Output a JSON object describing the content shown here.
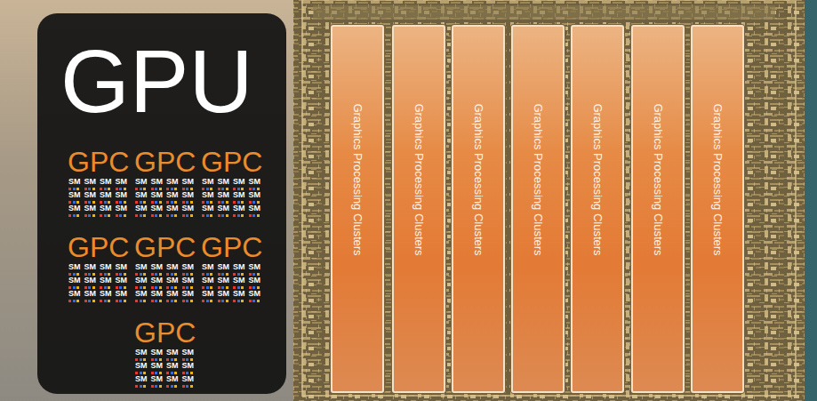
{
  "diagram": {
    "nodes": [
      {
        "text": [
          "GPU"
        ]
      },
      {
        "text": [
          "Graphics Processing Clusters"
        ]
      },
      {
        "text": [
          "Graphics Processing Clusters"
        ]
      },
      {
        "text": [
          "Graphics Processing Clusters"
        ]
      },
      {
        "text": [
          "Graphics Processing Clusters"
        ]
      },
      {
        "text": [
          "Graphics Processing Clusters"
        ]
      },
      {
        "text": [
          "Graphics Processing Clusters"
        ]
      },
      {
        "text": [
          "Graphics Processing Clusters"
        ]
      }
    ],
    "labels": [
      "GPC",
      "SM",
      "SM",
      "SM",
      "SM",
      "SM",
      "SM",
      "SM",
      "SM",
      "SM",
      "SM",
      "SM",
      "SM",
      "GPC",
      "SM",
      "SM",
      "SM",
      "SM",
      "SM",
      "SM",
      "SM",
      "SM",
      "SM",
      "SM",
      "SM",
      "SM",
      "GPC",
      "SM",
      "SM",
      "SM",
      "SM",
      "SM",
      "SM",
      "SM",
      "SM",
      "SM",
      "SM",
      "SM",
      "SM",
      "GPC",
      "SM",
      "SM",
      "SM",
      "SM",
      "SM",
      "SM",
      "SM",
      "SM",
      "SM",
      "SM",
      "SM",
      "SM",
      "GPC",
      "SM",
      "SM",
      "SM",
      "SM",
      "SM",
      "SM",
      "SM",
      "SM",
      "SM",
      "SM",
      "SM",
      "SM",
      "GPC",
      "SM",
      "SM",
      "SM",
      "SM",
      "SM",
      "SM",
      "SM",
      "SM",
      "SM",
      "SM",
      "SM",
      "SM",
      "GPC",
      "SM",
      "SM",
      "SM",
      "SM",
      "SM",
      "SM",
      "SM",
      "SM",
      "SM",
      "SM",
      "SM",
      "SM"
    ]
  }
}
